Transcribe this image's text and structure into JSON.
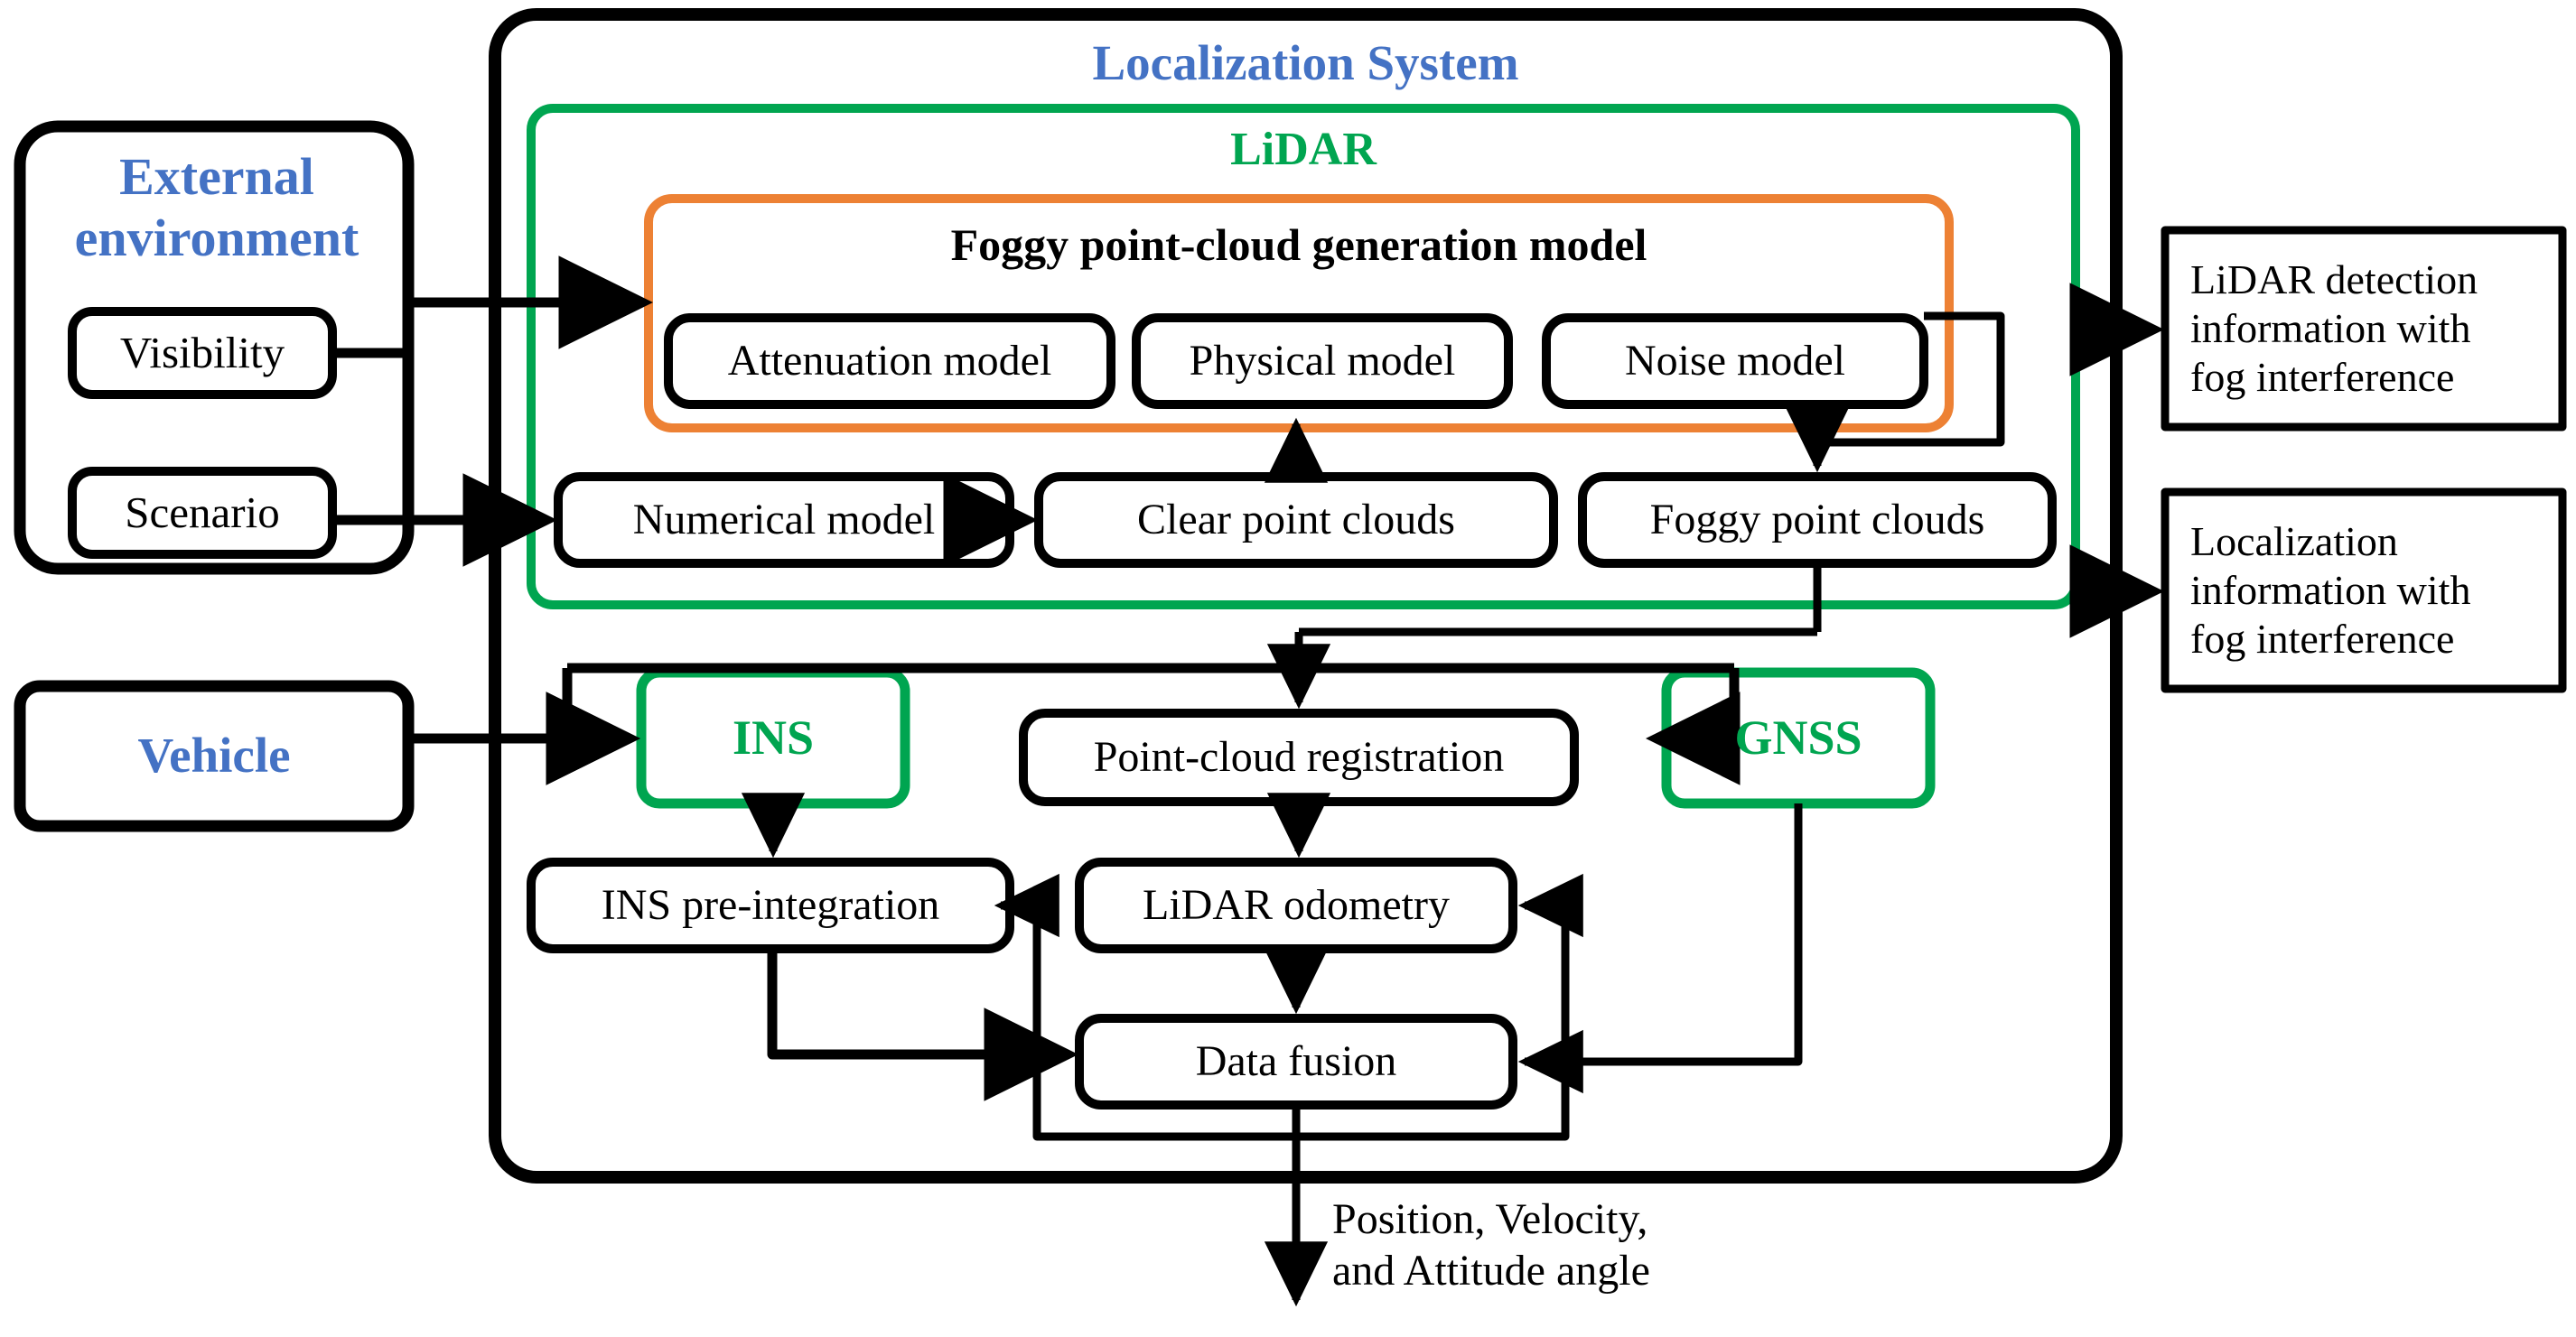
{
  "diagram": {
    "title": "Localization System architecture with foggy point-cloud generation",
    "colors": {
      "blue": "#4472C4",
      "green": "#00A550",
      "orange": "#ED8134",
      "black": "#000000",
      "background": "#FFFFFF"
    }
  },
  "containers": {
    "external_environment": {
      "label": "External\nenvironment",
      "color": "#4472C4"
    },
    "localization_system": {
      "label": "Localization System",
      "color": "#4472C4"
    },
    "lidar": {
      "label": "LiDAR",
      "color": "#00A550"
    },
    "foggy_model": {
      "label": "Foggy point-cloud generation model",
      "color": "#000000"
    },
    "vehicle": {
      "label": "Vehicle",
      "color": "#4472C4"
    }
  },
  "nodes": {
    "visibility": {
      "label": "Visibility"
    },
    "scenario": {
      "label": "Scenario"
    },
    "attenuation_model": {
      "label": "Attenuation model"
    },
    "physical_model": {
      "label": "Physical model"
    },
    "noise_model": {
      "label": "Noise model"
    },
    "numerical_model": {
      "label": "Numerical model"
    },
    "clear_point_clouds": {
      "label": "Clear point clouds"
    },
    "foggy_point_clouds": {
      "label": "Foggy point clouds"
    },
    "ins": {
      "label": "INS",
      "color": "#00A550"
    },
    "point_cloud_registration": {
      "label": "Point-cloud registration"
    },
    "gnss": {
      "label": "GNSS",
      "color": "#00A550"
    },
    "ins_pre_integration": {
      "label": "INS pre-integration"
    },
    "lidar_odometry": {
      "label": "LiDAR odometry"
    },
    "data_fusion": {
      "label": "Data fusion"
    }
  },
  "outputs": {
    "lidar_detection": {
      "label": "LiDAR detection\ninformation with\nfog interference"
    },
    "localization_info": {
      "label": "Localization\ninformation with\nfog interference"
    },
    "final_output": {
      "label": "Position, Velocity,\nand Attitude angle"
    }
  }
}
